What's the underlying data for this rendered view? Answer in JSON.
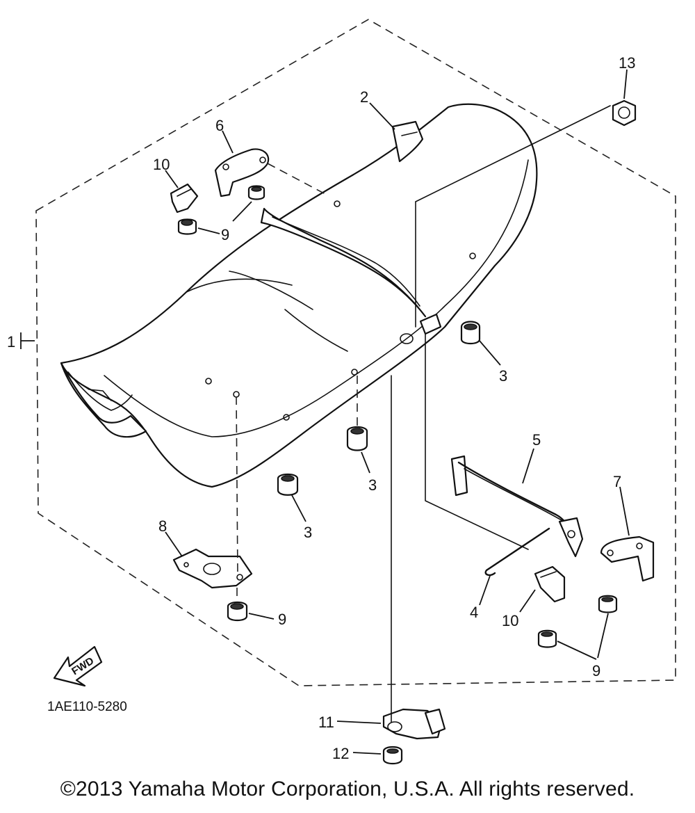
{
  "callouts": {
    "c1": "1",
    "c2": "2",
    "c3a": "3",
    "c3b": "3",
    "c3c": "3",
    "c4": "4",
    "c5": "5",
    "c6": "6",
    "c7": "7",
    "c8": "8",
    "c9a": "9",
    "c9b": "9",
    "c9c": "9",
    "c10a": "10",
    "c10b": "10",
    "c11": "11",
    "c12": "12",
    "c13": "13"
  },
  "fwd_label": "FWD",
  "diagram_code": "1AE110-5280",
  "copyright": "©2013 Yamaha Motor Corporation, U.S.A. All rights reserved."
}
